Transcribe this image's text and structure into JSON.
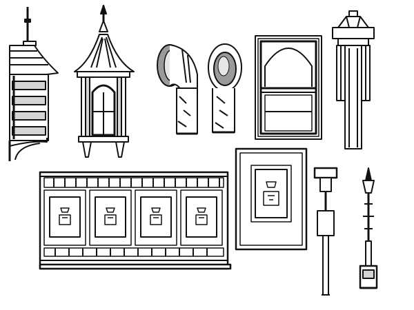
{
  "canvas": {
    "background": "#ffffff",
    "ink": "#111111",
    "shade": "#d4d4d4",
    "mid_gray": "#9a9a9a"
  },
  "items": [
    {
      "id": "roof-overhang-eave",
      "icon": "roof-overhang-icon"
    },
    {
      "id": "cupola-lantern",
      "icon": "cupola-icon"
    },
    {
      "id": "elbow-vent-pipe-left",
      "icon": "vent-pipe-icon"
    },
    {
      "id": "elbow-vent-pipe-right",
      "icon": "vent-pipe-icon"
    },
    {
      "id": "arched-window",
      "icon": "window-icon"
    },
    {
      "id": "chimney-cap",
      "icon": "chimney-icon"
    },
    {
      "id": "paneled-frieze",
      "icon": "frieze-panel-icon"
    },
    {
      "id": "framed-single-panel",
      "icon": "panel-icon"
    },
    {
      "id": "post-column",
      "icon": "post-icon"
    },
    {
      "id": "finial-spire",
      "icon": "finial-icon"
    }
  ]
}
